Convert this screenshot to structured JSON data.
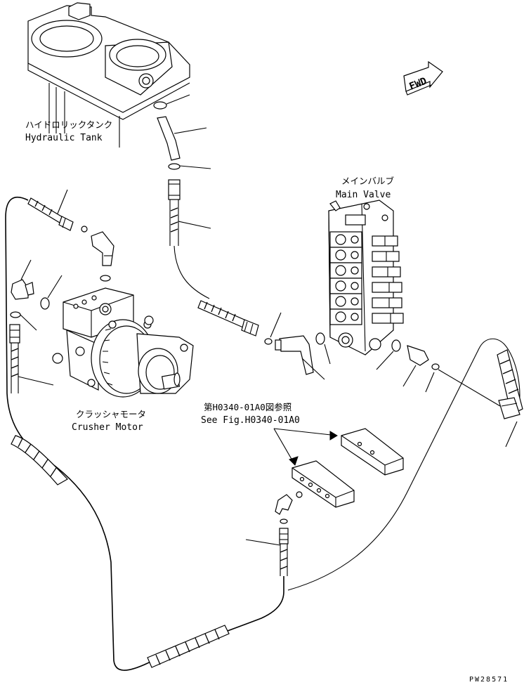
{
  "labels": {
    "hydraulic_tank_jp": "ハイドロリックタンク",
    "hydraulic_tank_en": "Hydraulic Tank",
    "main_valve_jp": "メインバルブ",
    "main_valve_en": "Main Valve",
    "crusher_motor_jp": "クラッシャモータ",
    "crusher_motor_en": "Crusher Motor",
    "see_fig_jp": "第H0340-01A0図参照",
    "see_fig_en": "See Fig.H0340-01A0",
    "fwd": "FWD",
    "drawing_number": "PW28571"
  }
}
